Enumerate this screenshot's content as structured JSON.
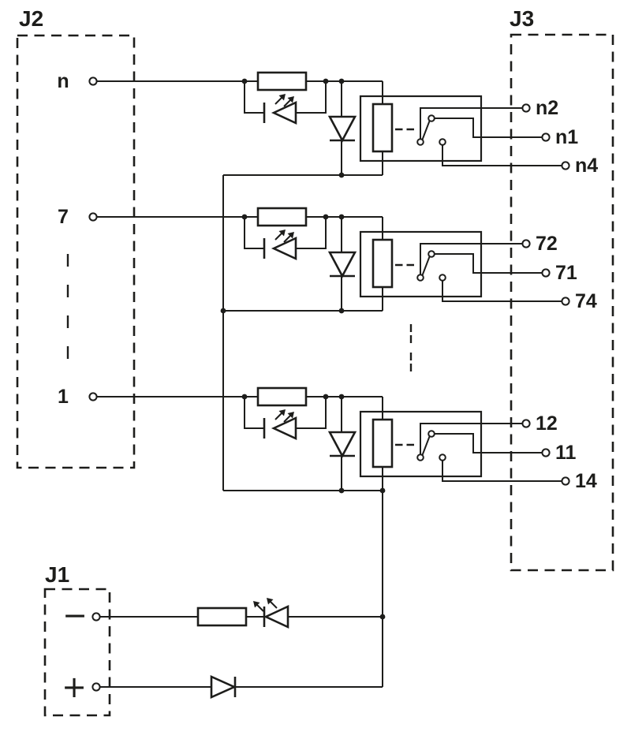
{
  "colors": {
    "line": "#1d1d1b",
    "background": "#ffffff"
  },
  "connectors": {
    "j2": {
      "label": "J2"
    },
    "j3": {
      "label": "J3"
    },
    "j1": {
      "label": "J1",
      "minus_terminal": "−",
      "plus_terminal": "+"
    }
  },
  "channels": [
    {
      "input": "n",
      "terminal_2": "n2",
      "terminal_1": "n1",
      "terminal_4": "n4"
    },
    {
      "input": "7",
      "terminal_2": "72",
      "terminal_1": "71",
      "terminal_4": "74"
    },
    {
      "input": "1",
      "terminal_2": "12",
      "terminal_1": "11",
      "terminal_4": "14"
    }
  ]
}
